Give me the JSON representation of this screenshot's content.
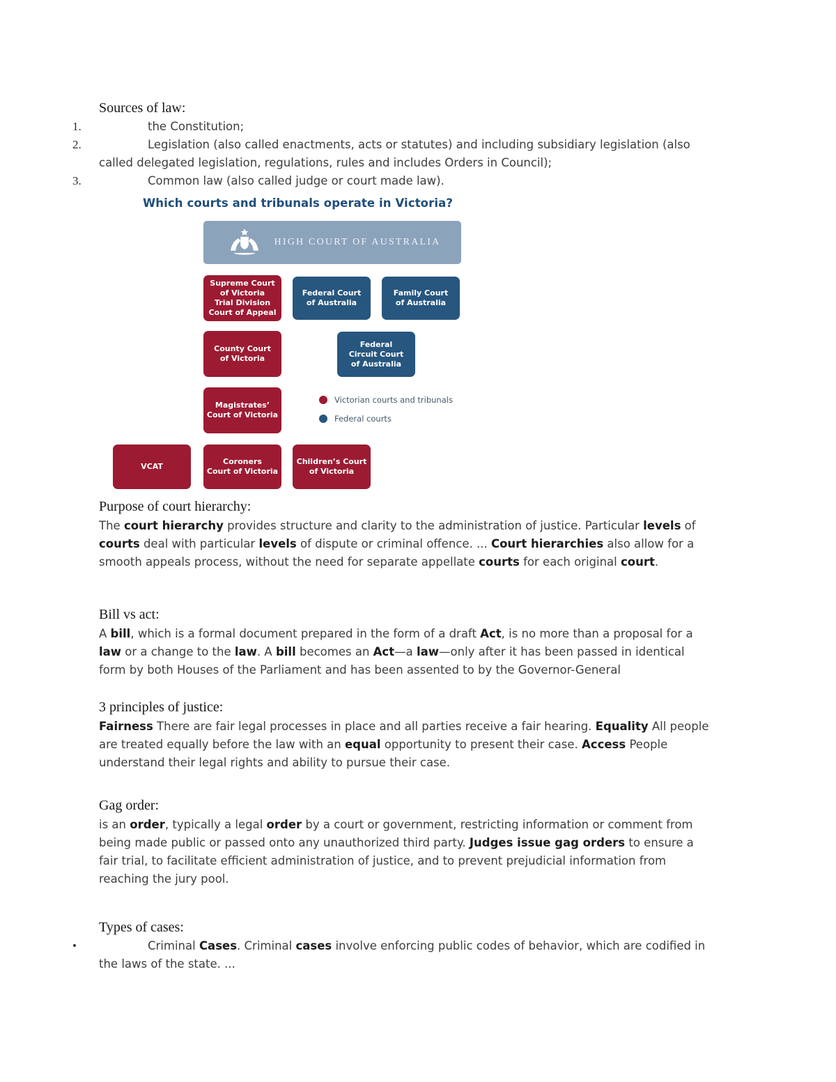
{
  "document": {
    "sources": {
      "heading": "Sources of law:",
      "items": [
        {
          "marker": "1.",
          "segments": [
            {
              "t": "the Constitution;"
            }
          ]
        },
        {
          "marker": "2.",
          "segments": [
            {
              "t": "Legislation (also called enactments, acts or statutes) and including subsidiary legislation (also called delegated legislation, regulations, rules and includes Orders in Council);"
            }
          ]
        },
        {
          "marker": "3.",
          "segments": [
            {
              "t": "Common law (also called judge or court made law)."
            }
          ]
        }
      ]
    },
    "diagram": {
      "title": "Which courts and tribunals operate in Victoria?",
      "colors": {
        "victorian": "#9C1B33",
        "federal": "#27567E",
        "high_court_bg": "#8CA3BC",
        "title": "#1F4E7B"
      },
      "high_court": {
        "label": "HIGH COURT OF AUSTRALIA",
        "icon": "australian-coat-of-arms"
      },
      "boxes": [
        {
          "id": "supreme-court",
          "type": "victorian",
          "lines": [
            "Supreme Court",
            "of Victoria",
            "Trial Division",
            "Court of Appeal"
          ]
        },
        {
          "id": "federal-court",
          "type": "federal",
          "lines": [
            "Federal Court",
            "of Australia"
          ]
        },
        {
          "id": "family-court",
          "type": "federal",
          "lines": [
            "Family Court",
            "of Australia"
          ]
        },
        {
          "id": "county-court",
          "type": "victorian",
          "lines": [
            "County Court",
            "of Victoria"
          ]
        },
        {
          "id": "federal-circuit-court",
          "type": "federal",
          "lines": [
            "Federal",
            "Circuit Court",
            "of Australia"
          ]
        },
        {
          "id": "magistrates-court",
          "type": "victorian",
          "lines": [
            "Magistrates’",
            "Court of Victoria"
          ]
        },
        {
          "id": "vcat",
          "type": "victorian",
          "lines": [
            "VCAT"
          ]
        },
        {
          "id": "coroners-court",
          "type": "victorian",
          "lines": [
            "Coroners",
            "Court of Victoria"
          ]
        },
        {
          "id": "childrens-court",
          "type": "victorian",
          "lines": [
            "Children’s Court",
            "of Victoria"
          ]
        }
      ],
      "legend": [
        {
          "label": "Victorian courts and tribunals",
          "color": "#9C1B33"
        },
        {
          "label": "Federal courts",
          "color": "#27567E"
        }
      ]
    },
    "purpose": {
      "heading": "Purpose of court hierarchy:",
      "segments": [
        {
          "t": "The "
        },
        {
          "t": "court hierarchy",
          "b": true
        },
        {
          "t": " provides structure and clarity to the administration of justice. Particular "
        },
        {
          "t": "levels",
          "b": true
        },
        {
          "t": " of "
        },
        {
          "t": "courts",
          "b": true
        },
        {
          "t": " deal with particular "
        },
        {
          "t": "levels",
          "b": true
        },
        {
          "t": " of dispute or criminal offence. ... "
        },
        {
          "t": "Court hierarchies",
          "b": true
        },
        {
          "t": " also allow for a smooth appeals process, without the need for separate appellate "
        },
        {
          "t": "courts",
          "b": true
        },
        {
          "t": " for each original "
        },
        {
          "t": "court",
          "b": true
        },
        {
          "t": "."
        }
      ]
    },
    "bill": {
      "heading": "Bill vs act:",
      "segments": [
        {
          "t": "A "
        },
        {
          "t": "bill",
          "b": true
        },
        {
          "t": ", which is a formal document prepared in the form of a draft "
        },
        {
          "t": "Act",
          "b": true
        },
        {
          "t": ", is no more than a proposal for a "
        },
        {
          "t": "law",
          "b": true
        },
        {
          "t": " or a change to the "
        },
        {
          "t": "law",
          "b": true
        },
        {
          "t": ". A "
        },
        {
          "t": "bill",
          "b": true
        },
        {
          "t": " becomes an "
        },
        {
          "t": "Act",
          "b": true
        },
        {
          "t": "—a "
        },
        {
          "t": "law",
          "b": true
        },
        {
          "t": "—only after it has been passed in identical form by both Houses of the Parliament and has been assented to by the Governor-General"
        }
      ]
    },
    "principles": {
      "heading": "3 principles of justice:",
      "segments": [
        {
          "t": "Fairness",
          "b": true
        },
        {
          "t": " There are fair legal processes in place and all parties receive a fair hearing. "
        },
        {
          "t": "Equality",
          "b": true
        },
        {
          "t": " All people are treated equally before the law with an "
        },
        {
          "t": "equal",
          "b": true
        },
        {
          "t": " opportunity to present their case. "
        },
        {
          "t": "Access",
          "b": true
        },
        {
          "t": " People understand their legal rights and ability to pursue their case."
        }
      ]
    },
    "gag": {
      "heading": "Gag order:",
      "segments": [
        {
          "t": "is an "
        },
        {
          "t": "order",
          "b": true
        },
        {
          "t": ", typically a legal "
        },
        {
          "t": "order",
          "b": true
        },
        {
          "t": " by a court or government, restricting information or comment from being made public or passed onto any unauthorized third party. "
        },
        {
          "t": "Judges issue gag orders",
          "b": true
        },
        {
          "t": " to ensure a fair trial, to facilitate efficient administration of justice, and to prevent prejudicial information from reaching the jury pool."
        }
      ]
    },
    "types": {
      "heading": "Types of cases:",
      "items": [
        {
          "marker": "•",
          "segments": [
            {
              "t": "Criminal "
            },
            {
              "t": "Cases",
              "b": true
            },
            {
              "t": ". Criminal "
            },
            {
              "t": "cases",
              "b": true
            },
            {
              "t": " involve enforcing public codes of behavior, which are codified in the laws of the state. ..."
            }
          ]
        }
      ]
    }
  }
}
